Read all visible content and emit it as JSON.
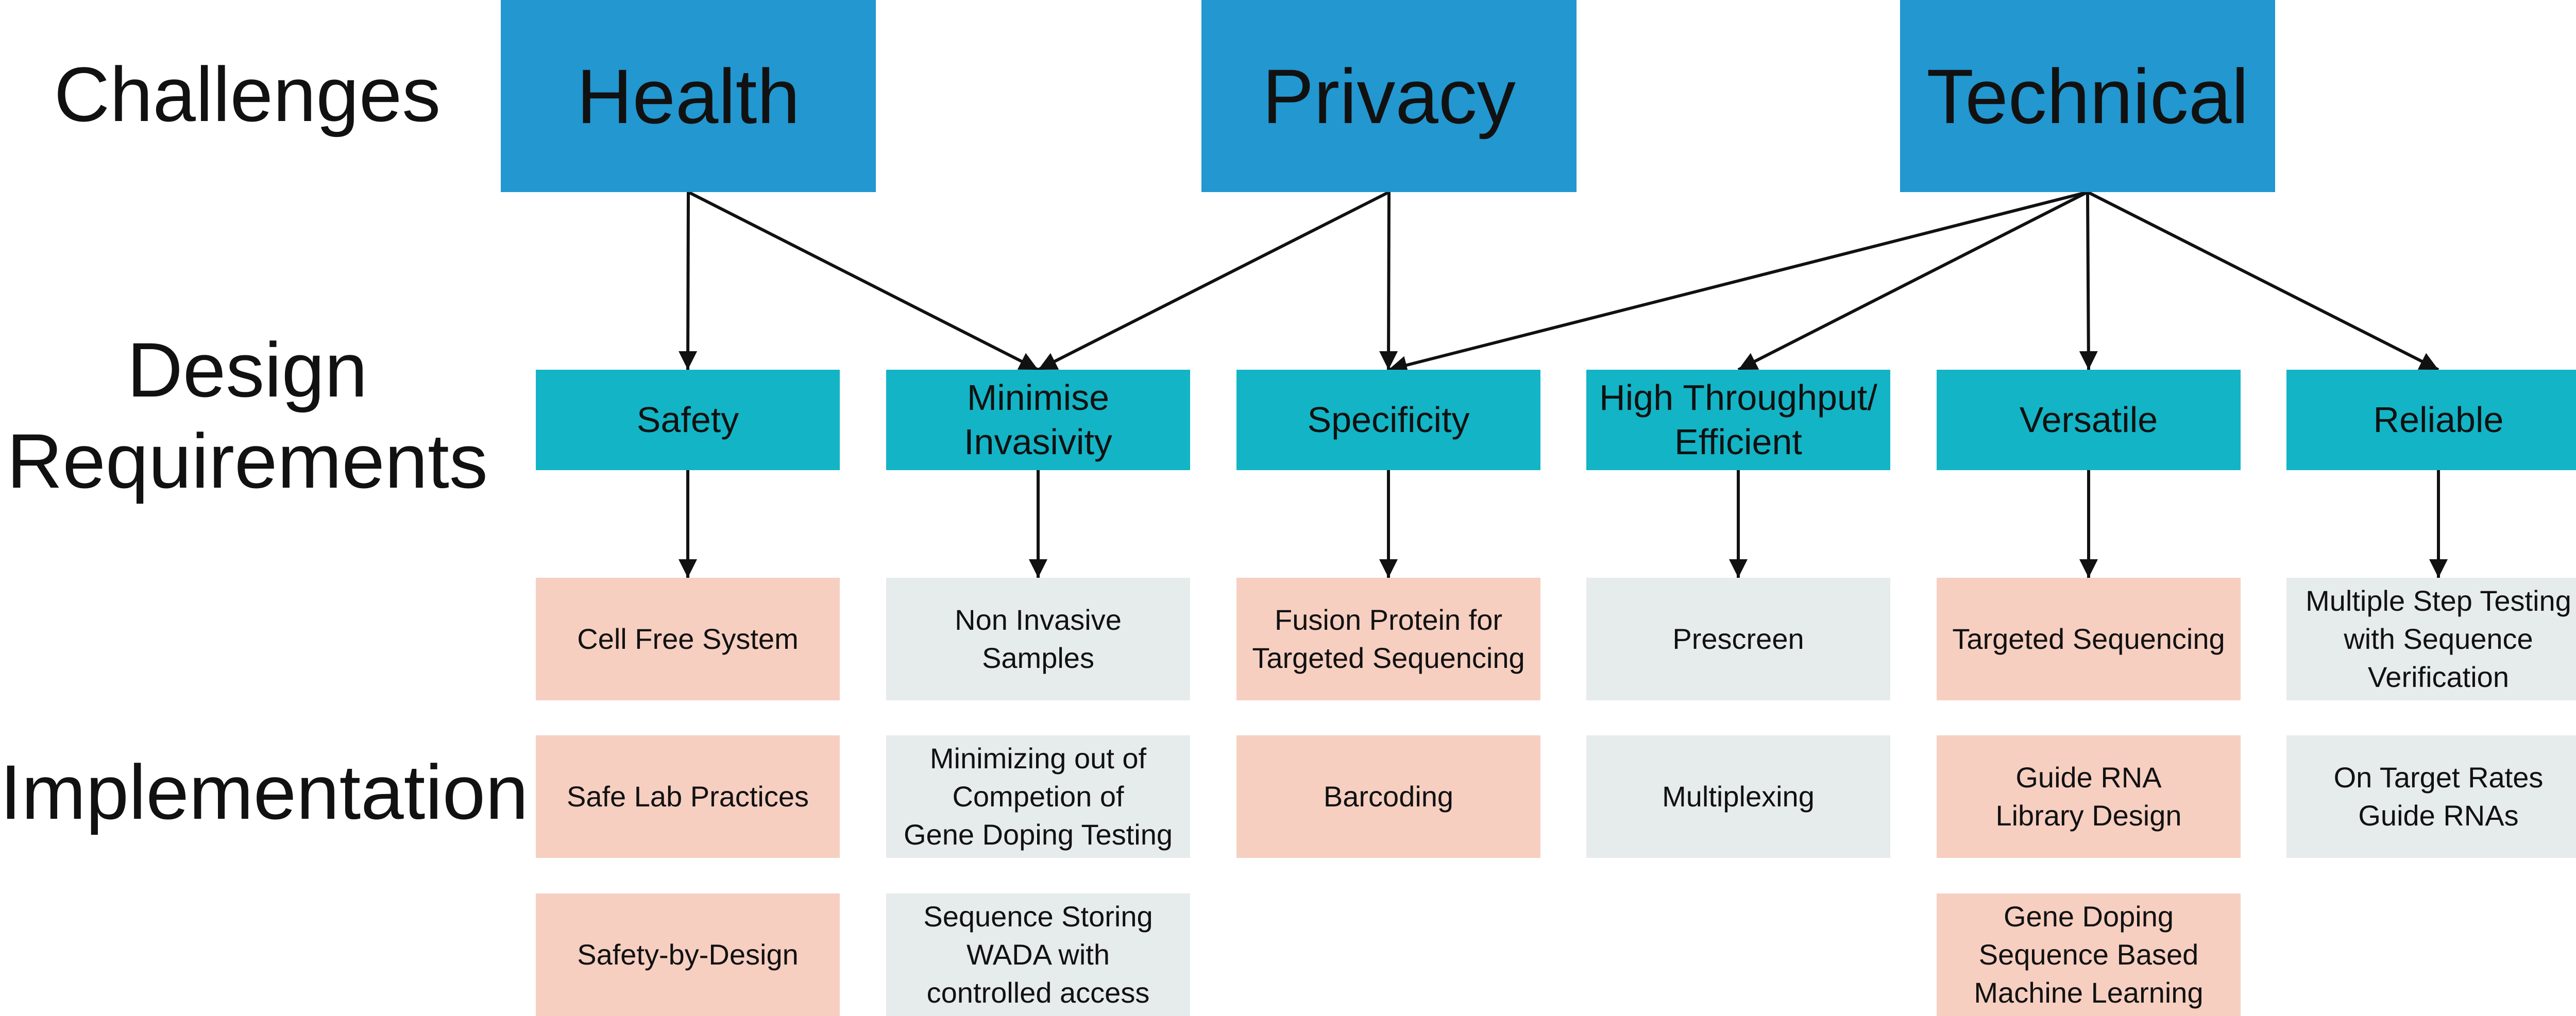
{
  "row_labels": {
    "challenges": [
      "Challenges"
    ],
    "design_requirements": [
      "Design",
      "Requirements"
    ],
    "implementation": [
      "Implementation"
    ]
  },
  "challenges": [
    {
      "id": "health",
      "lines": [
        "Health"
      ]
    },
    {
      "id": "privacy",
      "lines": [
        "Privacy"
      ]
    },
    {
      "id": "technical",
      "lines": [
        "Technical"
      ]
    }
  ],
  "requirements": [
    {
      "id": "safety",
      "lines": [
        "Safety"
      ]
    },
    {
      "id": "minimise-invasivity",
      "lines": [
        "Minimise",
        "Invasivity"
      ]
    },
    {
      "id": "specificity",
      "lines": [
        "Specificity"
      ]
    },
    {
      "id": "high-throughput",
      "lines": [
        "High Throughput/",
        "Efficient"
      ]
    },
    {
      "id": "versatile",
      "lines": [
        "Versatile"
      ]
    },
    {
      "id": "reliable",
      "lines": [
        "Reliable"
      ]
    }
  ],
  "implementations": [
    {
      "id": "cell-free-system",
      "col": 0,
      "row": 0,
      "tone": "salmon",
      "lines": [
        "Cell Free System"
      ]
    },
    {
      "id": "safe-lab-practices",
      "col": 0,
      "row": 1,
      "tone": "salmon",
      "lines": [
        "Safe Lab Practices"
      ]
    },
    {
      "id": "safety-by-design",
      "col": 0,
      "row": 2,
      "tone": "salmon",
      "lines": [
        "Safety-by-Design"
      ]
    },
    {
      "id": "non-invasive-samples",
      "col": 1,
      "row": 0,
      "tone": "grey",
      "lines": [
        "Non Invasive",
        "Samples"
      ]
    },
    {
      "id": "minimizing-competion",
      "col": 1,
      "row": 1,
      "tone": "grey",
      "lines": [
        "Minimizing out of",
        "Competion of",
        "Gene Doping Testing"
      ]
    },
    {
      "id": "sequence-storing",
      "col": 1,
      "row": 2,
      "tone": "grey",
      "lines": [
        "Sequence Storing",
        "WADA with",
        "controlled access"
      ]
    },
    {
      "id": "fusion-protein",
      "col": 2,
      "row": 0,
      "tone": "salmon",
      "lines": [
        "Fusion Protein for",
        "Targeted Sequencing"
      ]
    },
    {
      "id": "barcoding",
      "col": 2,
      "row": 1,
      "tone": "salmon",
      "lines": [
        "Barcoding"
      ]
    },
    {
      "id": "prescreen",
      "col": 3,
      "row": 0,
      "tone": "grey",
      "lines": [
        "Prescreen"
      ]
    },
    {
      "id": "multiplexing",
      "col": 3,
      "row": 1,
      "tone": "grey",
      "lines": [
        "Multiplexing"
      ]
    },
    {
      "id": "targeted-sequencing",
      "col": 4,
      "row": 0,
      "tone": "salmon",
      "lines": [
        "Targeted Sequencing"
      ]
    },
    {
      "id": "guide-rna-library",
      "col": 4,
      "row": 1,
      "tone": "salmon",
      "lines": [
        "Guide RNA",
        "Library Design"
      ]
    },
    {
      "id": "gene-doping-ml",
      "col": 4,
      "row": 2,
      "tone": "salmon",
      "lines": [
        "Gene Doping",
        "Sequence Based",
        "Machine Learning"
      ]
    },
    {
      "id": "multiple-step-testing",
      "col": 5,
      "row": 0,
      "tone": "grey",
      "lines": [
        "Multiple Step Testing",
        "with Sequence",
        "Verification"
      ]
    },
    {
      "id": "on-target-rates",
      "col": 5,
      "row": 1,
      "tone": "grey",
      "lines": [
        "On Target Rates",
        "Guide RNAs"
      ]
    }
  ],
  "edges": [
    [
      "health",
      "safety"
    ],
    [
      "health",
      "minimise-invasivity"
    ],
    [
      "privacy",
      "minimise-invasivity"
    ],
    [
      "privacy",
      "specificity"
    ],
    [
      "technical",
      "specificity"
    ],
    [
      "technical",
      "high-throughput"
    ],
    [
      "technical",
      "versatile"
    ],
    [
      "technical",
      "reliable"
    ],
    [
      "safety",
      "cell-free-system"
    ],
    [
      "minimise-invasivity",
      "non-invasive-samples"
    ],
    [
      "specificity",
      "fusion-protein"
    ],
    [
      "high-throughput",
      "prescreen"
    ],
    [
      "versatile",
      "targeted-sequencing"
    ],
    [
      "reliable",
      "multiple-step-testing"
    ]
  ],
  "colors": {
    "challenge": "#2297d0",
    "requirement": "#13b4c5",
    "salmon": "#f6cfc1",
    "grey": "#e6ebeb",
    "arrow": "#111111"
  }
}
